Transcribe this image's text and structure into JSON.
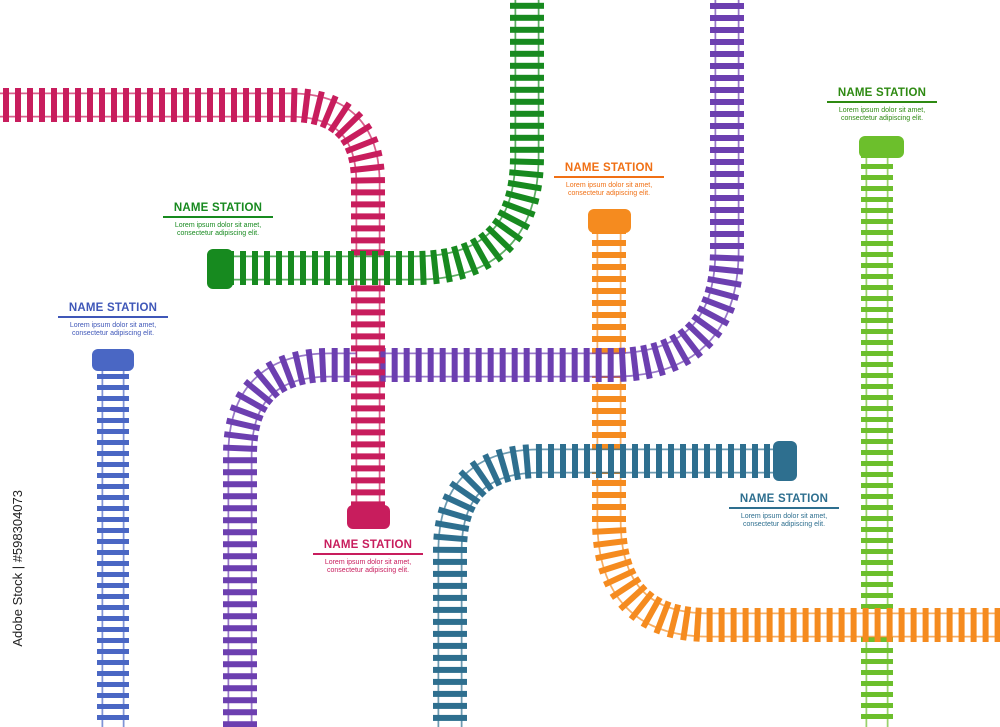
{
  "colors": {
    "magenta": "#c81d5d",
    "green": "#178a1f",
    "violet": "#6c3fb0",
    "blue": "#4a67c4",
    "orange": "#f58b1f",
    "teal": "#2e6f8f",
    "lime": "#6cbf2c"
  },
  "stations": [
    {
      "id": "green",
      "title": "NAME STATION",
      "desc_line1": "Lorem ipsum dolor sit amet,",
      "desc_line2": "consectetur adipiscing elit.",
      "color": "#178a1f"
    },
    {
      "id": "orange",
      "title": "NAME STATION",
      "desc_line1": "Lorem ipsum dolor sit amet,",
      "desc_line2": "consectetur adipiscing elit.",
      "color": "#f07015"
    },
    {
      "id": "lime",
      "title": "NAME STATION",
      "desc_line1": "Lorem ipsum dolor sit amet,",
      "desc_line2": "consectetur adipiscing elit.",
      "color": "#2e8a12"
    },
    {
      "id": "blue",
      "title": "NAME STATION",
      "desc_line1": "Lorem ipsum dolor sit amet,",
      "desc_line2": "consectetur adipiscing elit.",
      "color": "#3f57b8"
    },
    {
      "id": "magenta",
      "title": "NAME STATION",
      "desc_line1": "Lorem ipsum dolor sit amet,",
      "desc_line2": "consectetur adipiscing elit.",
      "color": "#c81d5d"
    },
    {
      "id": "teal",
      "title": "NAME STATION",
      "desc_line1": "Lorem ipsum dolor sit amet,",
      "desc_line2": "consectetur adipiscing elit.",
      "color": "#2e6f8f"
    }
  ],
  "watermark": "Adobe Stock | #598304073"
}
